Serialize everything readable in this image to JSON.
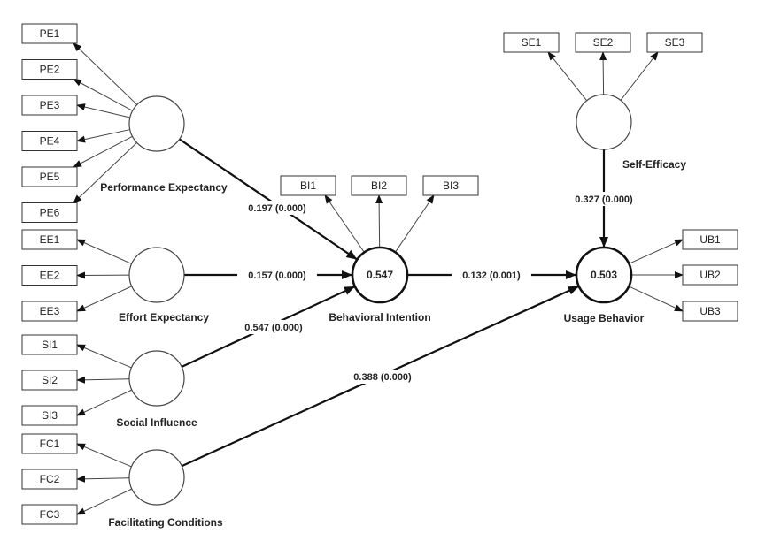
{
  "diagram": {
    "type": "PLS-SEM structural model",
    "constructs": [
      {
        "id": "PE",
        "label": "Performance Expectancy",
        "r2": null,
        "indicators": [
          "PE1",
          "PE2",
          "PE3",
          "PE4",
          "PE5",
          "PE6"
        ]
      },
      {
        "id": "EE",
        "label": "Effort Expectancy",
        "r2": null,
        "indicators": [
          "EE1",
          "EE2",
          "EE3"
        ]
      },
      {
        "id": "SI",
        "label": "Social Influence",
        "r2": null,
        "indicators": [
          "SI1",
          "SI2",
          "SI3"
        ]
      },
      {
        "id": "FC",
        "label": "Facilitating Conditions",
        "r2": null,
        "indicators": [
          "FC1",
          "FC2",
          "FC3"
        ]
      },
      {
        "id": "BI",
        "label": "Behavioral Intention",
        "r2": "0.547",
        "indicators": [
          "BI1",
          "BI2",
          "BI3"
        ]
      },
      {
        "id": "SE",
        "label": "Self-Efficacy",
        "r2": null,
        "indicators": [
          "SE1",
          "SE2",
          "SE3"
        ]
      },
      {
        "id": "UB",
        "label": "Usage Behavior",
        "r2": "0.503",
        "indicators": [
          "UB1",
          "UB2",
          "UB3"
        ]
      }
    ],
    "paths": [
      {
        "from": "PE",
        "to": "BI",
        "label": "0.197 (0.000)"
      },
      {
        "from": "EE",
        "to": "BI",
        "label": "0.157 (0.000)"
      },
      {
        "from": "SI",
        "to": "BI",
        "label": "0.547 (0.000)"
      },
      {
        "from": "BI",
        "to": "UB",
        "label": "0.132 (0.001)"
      },
      {
        "from": "FC",
        "to": "UB",
        "label": "0.388 (0.000)"
      },
      {
        "from": "SE",
        "to": "UB",
        "label": "0.327 (0.000)"
      }
    ]
  }
}
